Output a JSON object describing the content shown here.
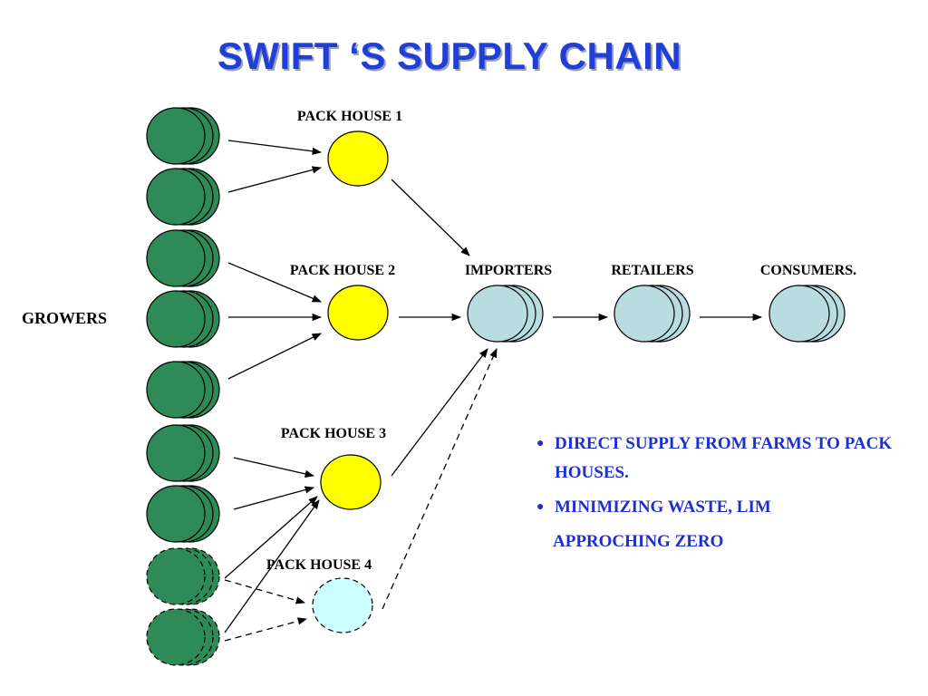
{
  "title": "SWIFT ‘S SUPPLY CHAIN",
  "diagram": {
    "growers_label": "GROWERS",
    "pack_house_1": "PACK HOUSE 1",
    "pack_house_2": "PACK HOUSE 2",
    "pack_house_3": "PACK HOUSE 3",
    "pack_house_4": "PACK HOUSE 4",
    "importers": "IMPORTERS",
    "retailers": "RETAILERS",
    "consumers": "CONSUMERS."
  },
  "notes": {
    "item1": "DIRECT SUPPLY FROM FARMS TO PACK HOUSES.",
    "item2_line1": "MINIMIZING WASTE, LIM",
    "item2_line2": "APPROCHING ZERO"
  },
  "colors": {
    "title": "#1f3fd6",
    "grower_fill": "#2e8b57",
    "pack_house_fill": "#ffff00",
    "pack_house_4_fill": "#ccffff",
    "chain_fill": "#b8dce0",
    "notes_text": "#1d2fd0"
  }
}
